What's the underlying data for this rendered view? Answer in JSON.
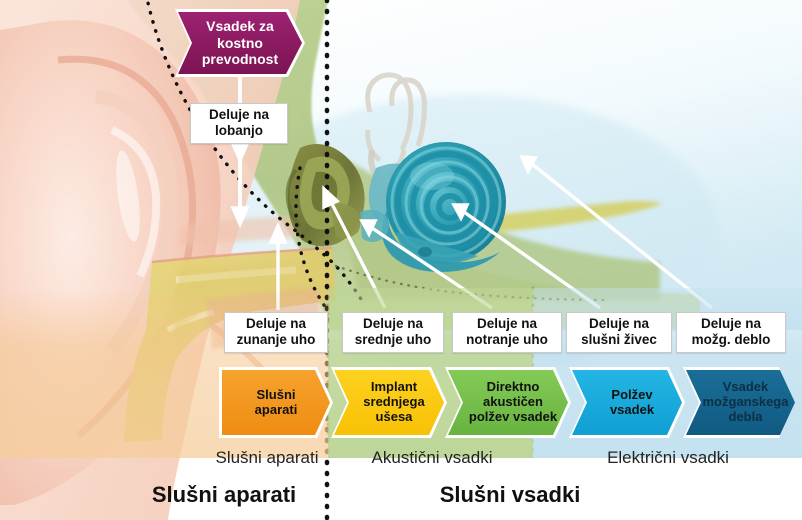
{
  "diagram": {
    "title_left": "Slušni aparati",
    "title_right": "Slušni vsadki",
    "banner": {
      "label": "Vsadek za\nkostno\nprevodnost",
      "color": "#8a1a5f",
      "callout": "Deluje na\nlobanjo"
    },
    "bands": [
      {
        "name": "hearing-aids",
        "label": "Slušni aparati",
        "color": "#f4c88f"
      },
      {
        "name": "acoustic-implants",
        "label": "Akustični vsadki",
        "color": "#bad493"
      },
      {
        "name": "electric-implants",
        "label": "Električni vsadki",
        "color": "#bedeee"
      }
    ],
    "callouts": [
      {
        "name": "outer-ear",
        "text": "Deluje na\nzunanje uho"
      },
      {
        "name": "middle-ear",
        "text": "Deluje na\nsrednje uho"
      },
      {
        "name": "inner-ear",
        "text": "Deluje na\nnotranje uho"
      },
      {
        "name": "auditory-nerve",
        "text": "Deluje na\nslušni živec"
      },
      {
        "name": "brainstem",
        "text": "Deluje na\nmožg. deblo"
      }
    ],
    "devices": [
      {
        "name": "hearing-aids",
        "label": "Slušni\naparati",
        "color": "#f2931e"
      },
      {
        "name": "middle-ear-implant",
        "label": "Implant\nsrednjega\nušesa",
        "color": "#fac80f"
      },
      {
        "name": "direct-acoustic-cochlear",
        "label": "Direktno\nakustičen\npolžev vsadek",
        "color": "#74bf49"
      },
      {
        "name": "cochlear-implant",
        "label": "Polžev\nvsadek",
        "color": "#19a9dc"
      },
      {
        "name": "brainstem-implant",
        "label": "Vsadek\nmožganskega\ndebla",
        "color": "#13628c"
      }
    ]
  }
}
